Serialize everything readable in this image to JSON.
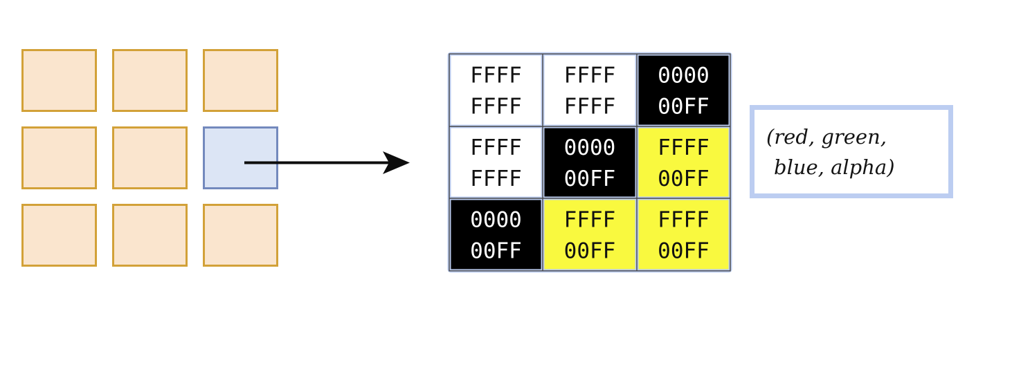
{
  "palette": {
    "pixel_fill": "#FAE5CE",
    "pixel_border": "#D2A138",
    "selected_fill": "#DCE5F5",
    "selected_border": "#7389BD",
    "lattice_blue": "#BCCDF1",
    "cell_border_dark": "#474747",
    "white_cell": "#FFFFFF",
    "black_cell": "#000000",
    "yellow_cell": "#F9F93F",
    "arrow_color": "#0d0d0d"
  },
  "left_grid": {
    "rows": 3,
    "cols": 3,
    "selected_row": 2,
    "selected_col": 3
  },
  "detail_grid": {
    "rows": 3,
    "cols": 3,
    "cells": [
      {
        "line1": "FFFF",
        "line2": "FFFF",
        "fill": "#FFFFFF",
        "text": "#111111"
      },
      {
        "line1": "FFFF",
        "line2": "FFFF",
        "fill": "#FFFFFF",
        "text": "#111111"
      },
      {
        "line1": "0000",
        "line2": "00FF",
        "fill": "#000000",
        "text": "#FFFFFF"
      },
      {
        "line1": "FFFF",
        "line2": "FFFF",
        "fill": "#FFFFFF",
        "text": "#111111"
      },
      {
        "line1": "0000",
        "line2": "00FF",
        "fill": "#000000",
        "text": "#FFFFFF"
      },
      {
        "line1": "FFFF",
        "line2": "00FF",
        "fill": "#F9F93F",
        "text": "#111111"
      },
      {
        "line1": "0000",
        "line2": "00FF",
        "fill": "#000000",
        "text": "#FFFFFF"
      },
      {
        "line1": "FFFF",
        "line2": "00FF",
        "fill": "#F9F93F",
        "text": "#111111"
      },
      {
        "line1": "FFFF",
        "line2": "00FF",
        "fill": "#F9F93F",
        "text": "#111111"
      }
    ]
  },
  "legend": {
    "line1": "(red, green,",
    "line2": "blue, alpha)"
  }
}
